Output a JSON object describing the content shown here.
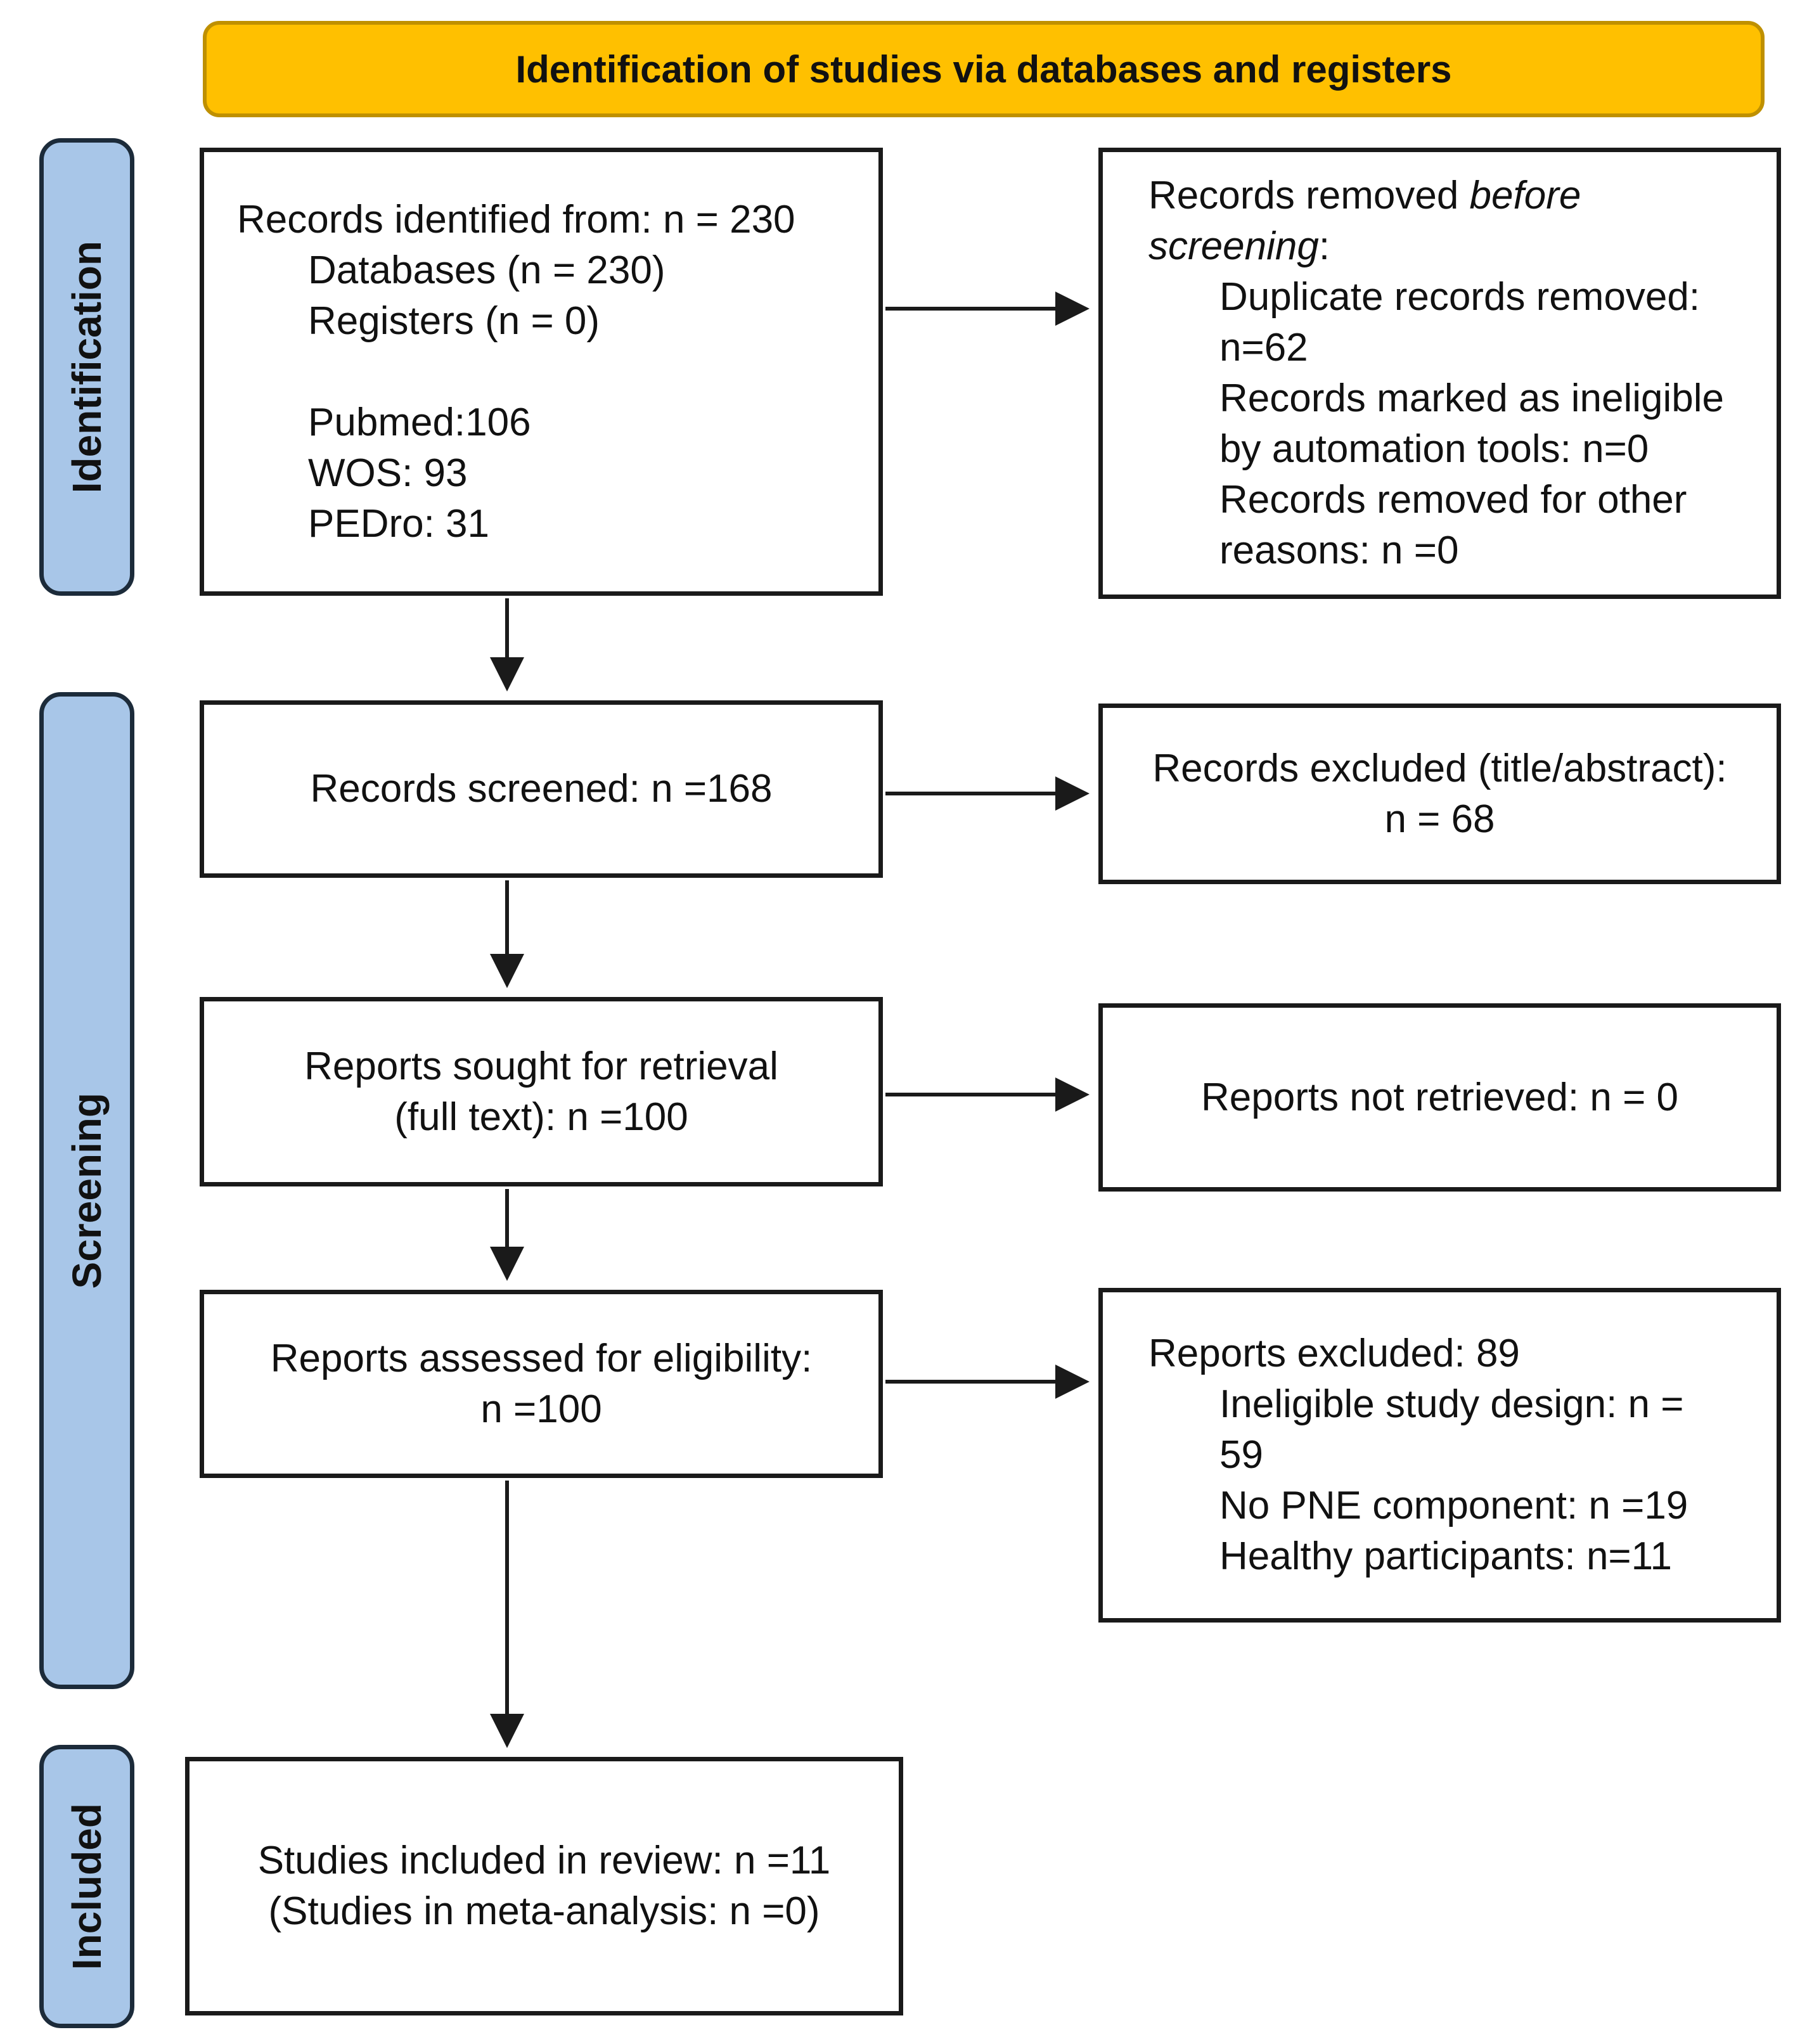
{
  "title": {
    "text": "Identification of studies via databases and registers"
  },
  "colors": {
    "banner-bg": "#FFC000",
    "banner-border": "#BF9000",
    "sidebar-bg": "#A8C6E8",
    "sidebar-border": "#1C2B3A",
    "box-border": "#1a1a1a",
    "arrow": "#1a1a1a"
  },
  "sidebar": {
    "identification": "Identification",
    "screening": "Screening",
    "included": "Included"
  },
  "boxes": {
    "identified": {
      "lines": [
        {
          "text": "Records identified from: n = 230",
          "indent": false
        },
        {
          "text": "Databases (n = 230)",
          "indent": true
        },
        {
          "text": "Registers (n = 0)",
          "indent": true
        },
        {
          "text": "",
          "indent": true
        },
        {
          "text": "Pubmed:106",
          "indent": true
        },
        {
          "text": "WOS: 93",
          "indent": true
        },
        {
          "text": "PEDro: 31",
          "indent": true
        }
      ]
    },
    "removed_before_screening": {
      "lines": [
        {
          "pre": "Records removed ",
          "italic": "before",
          "indent": false
        },
        {
          "italic": "screening",
          "post": ":",
          "indent": false
        },
        {
          "text": "Duplicate records removed:",
          "indent": true
        },
        {
          "text": "n=62",
          "indent": true
        },
        {
          "text": "Records marked as ineligible",
          "indent": true
        },
        {
          "text": "by automation tools: n=0",
          "indent": true
        },
        {
          "text": "Records removed for other",
          "indent": true
        },
        {
          "text": "reasons: n =0",
          "indent": true
        }
      ]
    },
    "records_screened": {
      "lines": [
        "Records screened: n =168"
      ]
    },
    "records_excluded": {
      "lines": [
        "Records excluded (title/abstract):",
        "n = 68"
      ]
    },
    "reports_sought": {
      "lines": [
        "Reports sought for retrieval",
        "(full text): n =100"
      ]
    },
    "reports_not_retrieved": {
      "lines": [
        "Reports not retrieved: n = 0"
      ]
    },
    "reports_assessed": {
      "lines": [
        "Reports assessed for eligibility:",
        "n =100"
      ]
    },
    "reports_excluded": {
      "lines": [
        {
          "text": "Reports excluded: 89",
          "indent": false
        },
        {
          "text": "Ineligible study design: n =",
          "indent": true
        },
        {
          "text": "59",
          "indent": true
        },
        {
          "text": "No PNE component: n =19",
          "indent": true
        },
        {
          "text": "Healthy participants: n=11",
          "indent": true
        }
      ]
    },
    "studies_included": {
      "lines": [
        "Studies included in review: n =11",
        "(Studies in meta-analysis: n =0)"
      ]
    }
  }
}
